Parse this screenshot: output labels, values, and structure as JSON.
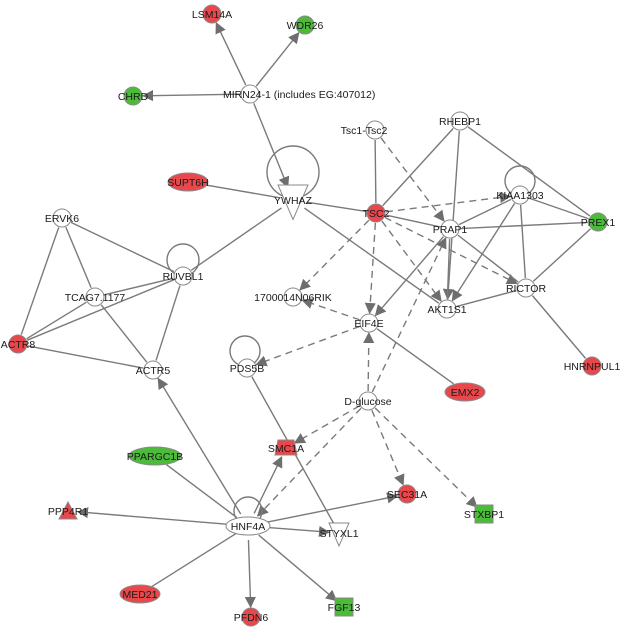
{
  "colors": {
    "red": "#e8474c",
    "green": "#4cbb3a",
    "white": "#ffffff",
    "edge": "#7a7a7a"
  },
  "nodes": [
    {
      "id": "LSM14A",
      "label": "LSM14A",
      "color": "red",
      "shape": "circle"
    },
    {
      "id": "WDR26",
      "label": "WDR26",
      "color": "green",
      "shape": "circle"
    },
    {
      "id": "MIRN24",
      "label": "MIRN24-1 (includes EG:407012)",
      "color": "white",
      "shape": "circle"
    },
    {
      "id": "CHRD",
      "label": "CHRD",
      "color": "green",
      "shape": "circle"
    },
    {
      "id": "Tsc1Tsc2",
      "label": "Tsc1-Tsc2",
      "color": "white",
      "shape": "circle"
    },
    {
      "id": "RHEBP1",
      "label": "RHEBP1",
      "color": "white",
      "shape": "circle"
    },
    {
      "id": "SUPT6H",
      "label": "SUPT6H",
      "color": "red",
      "shape": "ellipse"
    },
    {
      "id": "YWHAZ",
      "label": "YWHAZ",
      "color": "white",
      "shape": "triangle-down"
    },
    {
      "id": "TSC2",
      "label": "TSC2",
      "color": "red",
      "shape": "circle"
    },
    {
      "id": "KIAA1303",
      "label": "KIAA1303",
      "color": "white",
      "shape": "circle"
    },
    {
      "id": "PRAP1",
      "label": "PRAP1",
      "color": "white",
      "shape": "circle"
    },
    {
      "id": "PREX1",
      "label": "PREX1",
      "color": "green",
      "shape": "circle"
    },
    {
      "id": "ERVK6",
      "label": "ERVK6",
      "color": "white",
      "shape": "circle"
    },
    {
      "id": "RUVBL1",
      "label": "RUVBL1",
      "color": "white",
      "shape": "circle"
    },
    {
      "id": "TCAG7",
      "label": "TCAG7.1177",
      "color": "white",
      "shape": "circle"
    },
    {
      "id": "1700014N06RIK",
      "label": "1700014N06RIK",
      "color": "white",
      "shape": "circle"
    },
    {
      "id": "AKT1S1",
      "label": "AKT1S1",
      "color": "white",
      "shape": "circle"
    },
    {
      "id": "RICTOR",
      "label": "RICTOR",
      "color": "white",
      "shape": "circle"
    },
    {
      "id": "EIF4E",
      "label": "EIF4E",
      "color": "white",
      "shape": "circle"
    },
    {
      "id": "ACTR8",
      "label": "ACTR8",
      "color": "red",
      "shape": "circle"
    },
    {
      "id": "ACTR5",
      "label": "ACTR5",
      "color": "white",
      "shape": "circle"
    },
    {
      "id": "PDS5B",
      "label": "PDS5B",
      "color": "white",
      "shape": "circle"
    },
    {
      "id": "HNRNPUL1",
      "label": "HNRNPUL1",
      "color": "red",
      "shape": "circle"
    },
    {
      "id": "EMX2",
      "label": "EMX2",
      "color": "red",
      "shape": "ellipse"
    },
    {
      "id": "Dglucose",
      "label": "D-glucose",
      "color": "white",
      "shape": "circle"
    },
    {
      "id": "SMC1A",
      "label": "SMC1A",
      "color": "red",
      "shape": "trapezoid"
    },
    {
      "id": "PPARGC1B",
      "label": "PPARGC1B",
      "color": "green",
      "shape": "ellipse"
    },
    {
      "id": "STXBP1",
      "label": "STXBP1",
      "color": "green",
      "shape": "square"
    },
    {
      "id": "SEC31A",
      "label": "SEC31A",
      "color": "red",
      "shape": "circle"
    },
    {
      "id": "PPP4R1",
      "label": "PPP4R1",
      "color": "red",
      "shape": "triangle-up"
    },
    {
      "id": "HNF4A",
      "label": "HNF4A",
      "color": "white",
      "shape": "ellipse"
    },
    {
      "id": "STYXL1",
      "label": "STYXL1",
      "color": "white",
      "shape": "triangle-down"
    },
    {
      "id": "MED21",
      "label": "MED21",
      "color": "red",
      "shape": "ellipse"
    },
    {
      "id": "PFDN6",
      "label": "PFDN6",
      "color": "red",
      "shape": "circle"
    },
    {
      "id": "FGF13",
      "label": "FGF13",
      "color": "green",
      "shape": "square"
    }
  ],
  "edges": [
    {
      "from": "MIRN24",
      "to": "LSM14A",
      "style": "solid",
      "arrow": true
    },
    {
      "from": "MIRN24",
      "to": "WDR26",
      "style": "solid",
      "arrow": true
    },
    {
      "from": "MIRN24",
      "to": "CHRD",
      "style": "solid",
      "arrow": true
    },
    {
      "from": "MIRN24",
      "to": "YWHAZ",
      "style": "solid",
      "arrow": true
    },
    {
      "from": "SUPT6H",
      "to": "YWHAZ",
      "style": "solid",
      "arrow": false
    },
    {
      "from": "YWHAZ",
      "to": "TSC2",
      "style": "solid",
      "arrow": false
    },
    {
      "from": "YWHAZ",
      "to": "AKT1S1",
      "style": "solid",
      "arrow": false
    },
    {
      "from": "YWHAZ",
      "to": "RUVBL1",
      "style": "solid",
      "arrow": false
    },
    {
      "from": "Tsc1Tsc2",
      "to": "TSC2",
      "style": "solid",
      "arrow": false
    },
    {
      "from": "Tsc1Tsc2",
      "to": "PRAP1",
      "style": "dashed",
      "arrow": true
    },
    {
      "from": "RHEBP1",
      "to": "TSC2",
      "style": "solid",
      "arrow": false
    },
    {
      "from": "RHEBP1",
      "to": "AKT1S1",
      "style": "solid",
      "arrow": true
    },
    {
      "from": "RHEBP1",
      "to": "PREX1",
      "style": "solid",
      "arrow": false
    },
    {
      "from": "TSC2",
      "to": "PRAP1",
      "style": "solid",
      "arrow": false
    },
    {
      "from": "TSC2",
      "to": "EIF4E",
      "style": "dashed",
      "arrow": true
    },
    {
      "from": "TSC2",
      "to": "1700014N06RIK",
      "style": "dashed",
      "arrow": true
    },
    {
      "from": "TSC2",
      "to": "AKT1S1",
      "style": "dashed",
      "arrow": true
    },
    {
      "from": "TSC2",
      "to": "RICTOR",
      "style": "dashed",
      "arrow": true
    },
    {
      "from": "TSC2",
      "to": "KIAA1303",
      "style": "dashed",
      "arrow": true
    },
    {
      "from": "KIAA1303",
      "to": "PREX1",
      "style": "solid",
      "arrow": false
    },
    {
      "from": "KIAA1303",
      "to": "RICTOR",
      "style": "solid",
      "arrow": false
    },
    {
      "from": "KIAA1303",
      "to": "AKT1S1",
      "style": "solid",
      "arrow": true
    },
    {
      "from": "KIAA1303",
      "to": "PRAP1",
      "style": "solid",
      "arrow": false
    },
    {
      "from": "PRAP1",
      "to": "PREX1",
      "style": "solid",
      "arrow": false
    },
    {
      "from": "PRAP1",
      "to": "RICTOR",
      "style": "solid",
      "arrow": false
    },
    {
      "from": "PRAP1",
      "to": "AKT1S1",
      "style": "solid",
      "arrow": false
    },
    {
      "from": "PRAP1",
      "to": "EIF4E",
      "style": "solid",
      "arrow": true
    },
    {
      "from": "PREX1",
      "to": "RICTOR",
      "style": "solid",
      "arrow": false
    },
    {
      "from": "RICTOR",
      "to": "AKT1S1",
      "style": "solid",
      "arrow": false
    },
    {
      "from": "RICTOR",
      "to": "HNRNPUL1",
      "style": "solid",
      "arrow": false
    },
    {
      "from": "ERVK6",
      "to": "ACTR8",
      "style": "solid",
      "arrow": false
    },
    {
      "from": "ERVK6",
      "to": "TCAG7",
      "style": "solid",
      "arrow": false
    },
    {
      "from": "ERVK6",
      "to": "RUVBL1",
      "style": "solid",
      "arrow": false
    },
    {
      "from": "RUVBL1",
      "to": "TCAG7",
      "style": "solid",
      "arrow": false
    },
    {
      "from": "RUVBL1",
      "to": "ACTR8",
      "style": "solid",
      "arrow": false
    },
    {
      "from": "RUVBL1",
      "to": "ACTR5",
      "style": "solid",
      "arrow": false
    },
    {
      "from": "TCAG7",
      "to": "ACTR8",
      "style": "solid",
      "arrow": false
    },
    {
      "from": "TCAG7",
      "to": "ACTR5",
      "style": "solid",
      "arrow": false
    },
    {
      "from": "ACTR8",
      "to": "ACTR5",
      "style": "solid",
      "arrow": false
    },
    {
      "from": "EIF4E",
      "to": "1700014N06RIK",
      "style": "dashed",
      "arrow": true
    },
    {
      "from": "EIF4E",
      "to": "PDS5B",
      "style": "dashed",
      "arrow": true
    },
    {
      "from": "EIF4E",
      "to": "EMX2",
      "style": "solid",
      "arrow": false
    },
    {
      "from": "Dglucose",
      "to": "EIF4E",
      "style": "dashed",
      "arrow": true
    },
    {
      "from": "Dglucose",
      "to": "PRAP1",
      "style": "dashed",
      "arrow": true
    },
    {
      "from": "Dglucose",
      "to": "SMC1A",
      "style": "dashed",
      "arrow": true
    },
    {
      "from": "Dglucose",
      "to": "SEC31A",
      "style": "dashed",
      "arrow": true
    },
    {
      "from": "Dglucose",
      "to": "STXBP1",
      "style": "dashed",
      "arrow": true
    },
    {
      "from": "Dglucose",
      "to": "HNF4A",
      "style": "dashed",
      "arrow": true
    },
    {
      "from": "PDS5B",
      "to": "STYXL1",
      "style": "solid",
      "arrow": false
    },
    {
      "from": "HNF4A",
      "to": "ACTR5",
      "style": "solid",
      "arrow": true
    },
    {
      "from": "HNF4A",
      "to": "SMC1A",
      "style": "solid",
      "arrow": true
    },
    {
      "from": "HNF4A",
      "to": "SEC31A",
      "style": "solid",
      "arrow": true
    },
    {
      "from": "HNF4A",
      "to": "PPP4R1",
      "style": "solid",
      "arrow": true
    },
    {
      "from": "HNF4A",
      "to": "STYXL1",
      "style": "solid",
      "arrow": true
    },
    {
      "from": "HNF4A",
      "to": "PFDN6",
      "style": "solid",
      "arrow": true
    },
    {
      "from": "HNF4A",
      "to": "FGF13",
      "style": "solid",
      "arrow": true
    },
    {
      "from": "PPARGC1B",
      "to": "HNF4A",
      "style": "solid",
      "arrow": false
    },
    {
      "from": "MED21",
      "to": "HNF4A",
      "style": "solid",
      "arrow": false
    }
  ],
  "self_loops": [
    "YWHAZ",
    "RUVBL1",
    "KIAA1303",
    "PDS5B",
    "HNF4A"
  ]
}
